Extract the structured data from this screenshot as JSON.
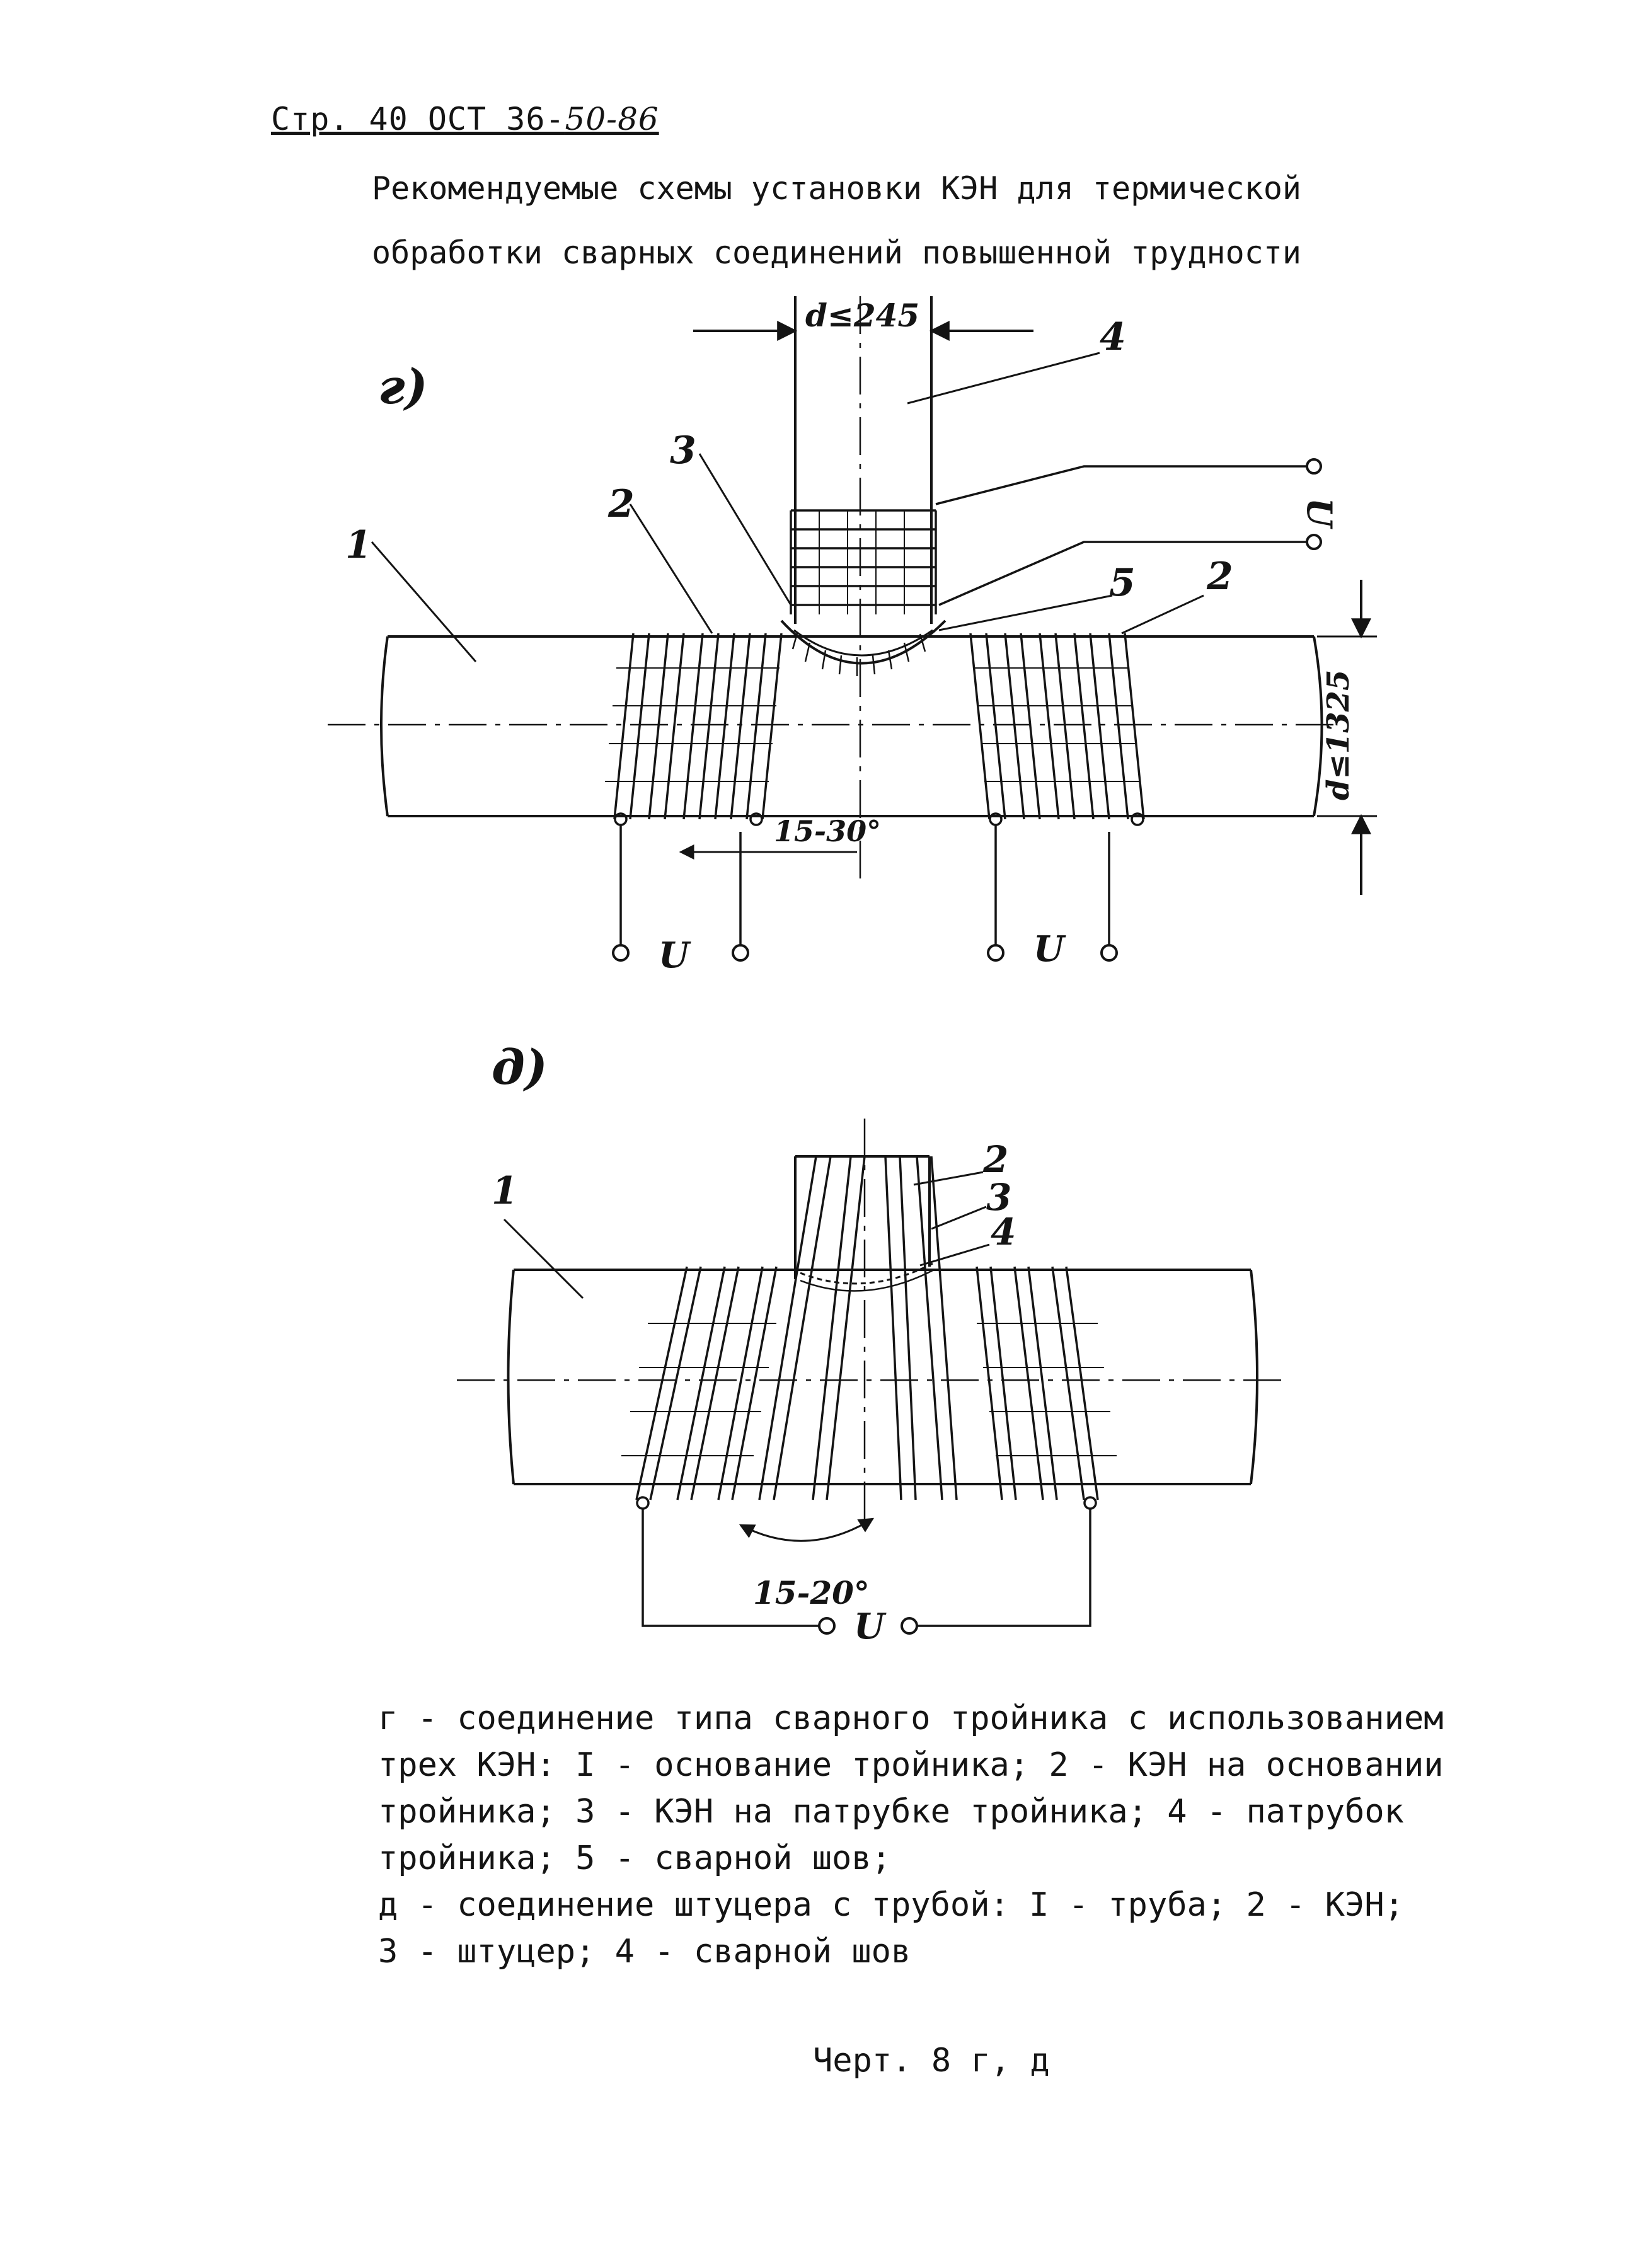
{
  "header": {
    "page_label": "Стр. 40 ОСТ 36-",
    "handwritten_suffix": "50-86"
  },
  "title": {
    "line1": "Рекомендуемые схемы установки КЭН для термической",
    "line2": "обработки сварных соединений повышенной трудности"
  },
  "figure_g": {
    "label": "г)",
    "dim_branch": "d≤245",
    "dim_main": "d≤1325",
    "angle": "15-30°",
    "voltage": "U",
    "callouts": [
      "1",
      "2",
      "3",
      "4",
      "5",
      "2"
    ]
  },
  "figure_d": {
    "label": "д)",
    "angle": "15-20°",
    "voltage": "U",
    "callouts": [
      "1",
      "2",
      "3",
      "4"
    ]
  },
  "caption": {
    "lines": [
      "г - соединение типа сварного тройника с использованием",
      "трех КЭН: I - основание тройника; 2 - КЭН на основании",
      "тройника; 3 - КЭН на патрубке тройника; 4 - патрубок",
      "тройника; 5 - сварной шов;",
      "д - соединение штуцера с трубой: I - труба; 2 - КЭН;",
      "3 - штуцер; 4 - сварной шов"
    ]
  },
  "footer": {
    "label": "Черт. 8 г, д"
  }
}
